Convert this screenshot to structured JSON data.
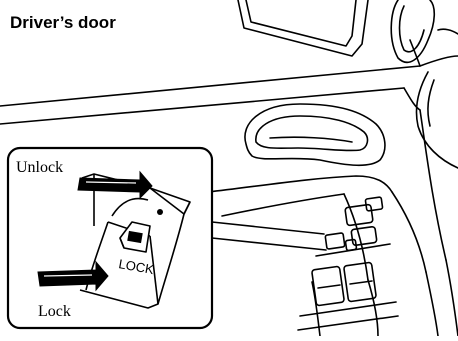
{
  "title": "Driver’s door",
  "callout": {
    "unlock_label": "Unlock",
    "lock_label": "Lock",
    "switch_text": "LOCK"
  },
  "colors": {
    "line": "#000000",
    "background": "#ffffff",
    "arrow_fill": "#000000"
  },
  "icons": {
    "switch_symbol": "key-icon"
  }
}
